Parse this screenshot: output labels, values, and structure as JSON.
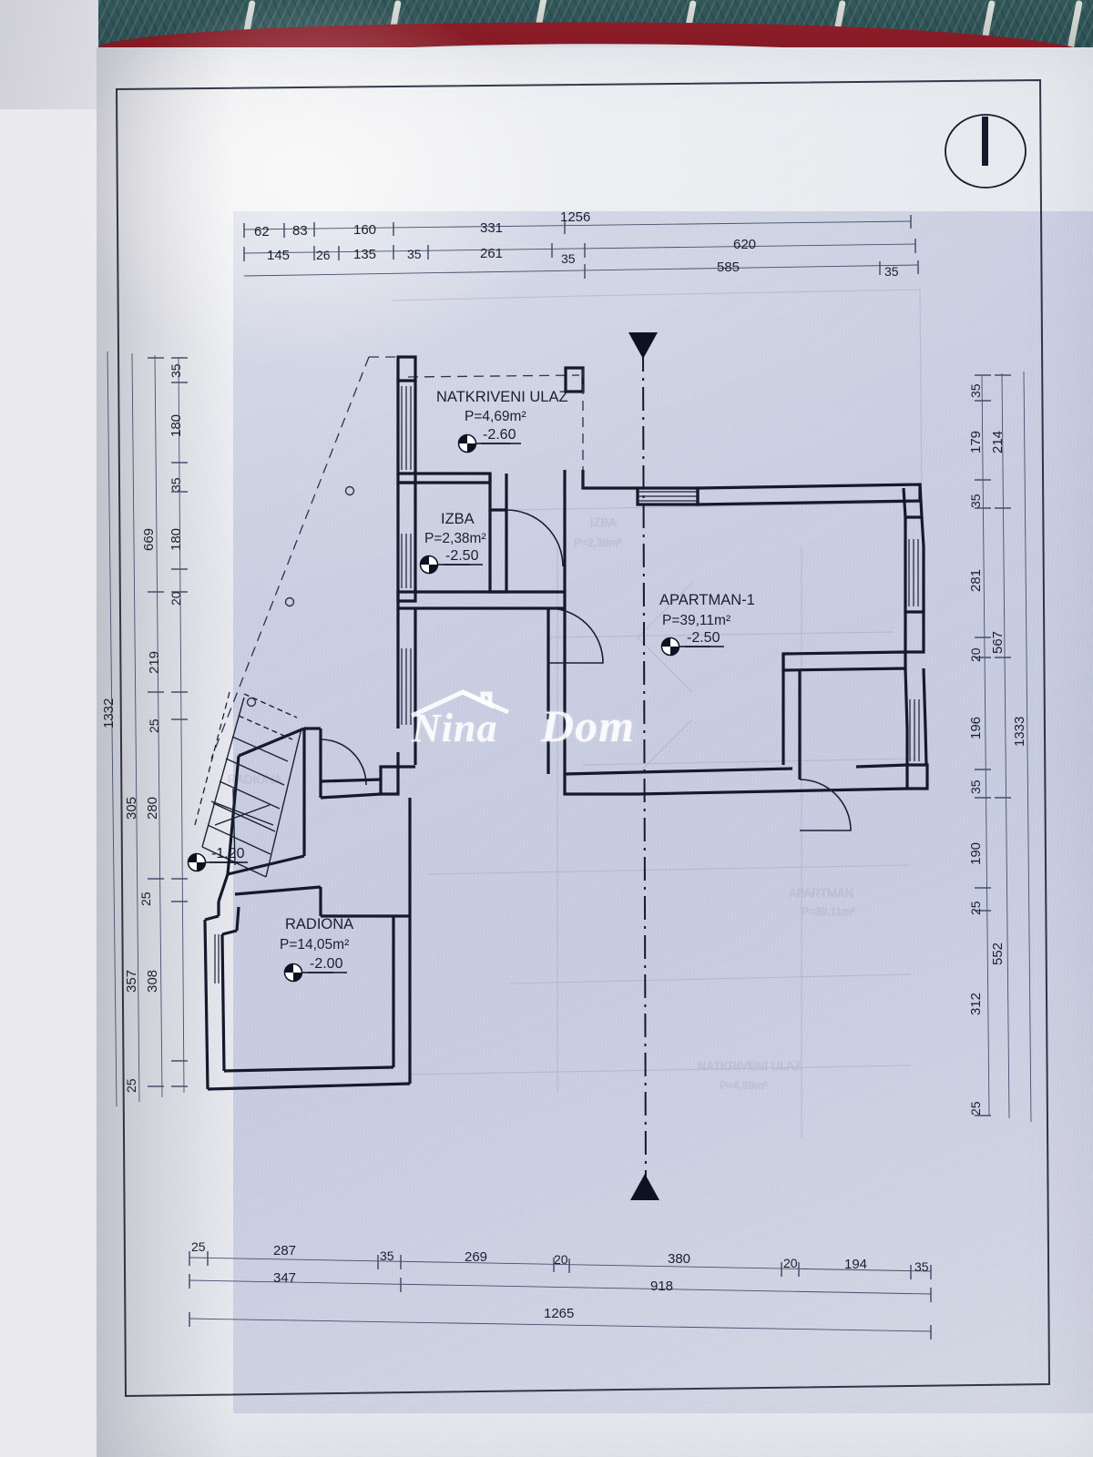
{
  "document": {
    "type": "architectural-floor-plan",
    "language": "hr",
    "watermark": {
      "text_1": "Nina",
      "text_2": "Dom",
      "icon": "house-roof-icon"
    },
    "north_indicator": "north-arrow-circle"
  },
  "rooms": [
    {
      "id": "natkriveni-ulaz",
      "name": "NATKRIVENI ULAZ",
      "area": "P=4,69m²",
      "level": "-2.60"
    },
    {
      "id": "izba",
      "name": "IZBA",
      "area": "P=2,38m²",
      "level": "-2.50"
    },
    {
      "id": "apartman-1",
      "name": "APARTMAN-1",
      "area": "P=39,11m²",
      "level": "-2.50"
    },
    {
      "id": "radiona",
      "name": "RADIONA",
      "area": "P=14,05m²",
      "level": "-2.00"
    }
  ],
  "standalone_levels": [
    {
      "id": "stair-landing-level",
      "level": "-1.20"
    }
  ],
  "dimensions": {
    "top": {
      "row1": [
        "62",
        "83",
        "160",
        "331",
        "1256"
      ],
      "row2": [
        "145",
        "26",
        "135",
        "35",
        "261",
        "35",
        "620"
      ],
      "row3": [
        "585",
        "35"
      ]
    },
    "left": {
      "inner": [
        "35",
        "180",
        "35",
        "180",
        "20",
        "219",
        "25",
        "305",
        "25",
        "357",
        "25"
      ],
      "outer": [
        "669",
        "280",
        "308"
      ],
      "total": "1332"
    },
    "right": {
      "inner": [
        "35",
        "179",
        "35",
        "281",
        "20",
        "196",
        "35",
        "190",
        "25",
        "312",
        "25"
      ],
      "outer": [
        "214",
        "567",
        "552"
      ],
      "total": "1333"
    },
    "bottom": {
      "row1": [
        "25",
        "287",
        "35",
        "269",
        "20",
        "380",
        "20",
        "194",
        "35"
      ],
      "row2": [
        "347",
        "918"
      ],
      "total": "1265"
    }
  },
  "chart_data": {
    "type": "table",
    "title": "Floor plan dimension chains (cm)",
    "categories": [
      "top",
      "left",
      "right",
      "bottom"
    ],
    "series": [
      {
        "name": "top-chain-1",
        "values": [
          62,
          83,
          160,
          331
        ]
      },
      {
        "name": "top-chain-2",
        "values": [
          145,
          26,
          135,
          35,
          261,
          35,
          620
        ]
      },
      {
        "name": "top-overall",
        "values": [
          1256
        ]
      },
      {
        "name": "left-chain",
        "values": [
          35,
          180,
          35,
          180,
          20,
          219,
          25,
          305,
          25,
          357,
          25
        ]
      },
      {
        "name": "left-overall",
        "values": [
          1332
        ]
      },
      {
        "name": "right-chain",
        "values": [
          35,
          179,
          35,
          281,
          20,
          196,
          35,
          190,
          25,
          312,
          25
        ]
      },
      {
        "name": "right-overall",
        "values": [
          1333
        ]
      },
      {
        "name": "bottom-chain",
        "values": [
          25,
          287,
          35,
          269,
          20,
          380,
          20,
          194,
          35
        ]
      },
      {
        "name": "bottom-overall",
        "values": [
          1265
        ]
      }
    ],
    "areas": [
      4.69,
      2.38,
      39.11,
      14.05
    ],
    "levels": [
      -2.6,
      -2.5,
      -2.5,
      -2.0,
      -1.2
    ]
  }
}
